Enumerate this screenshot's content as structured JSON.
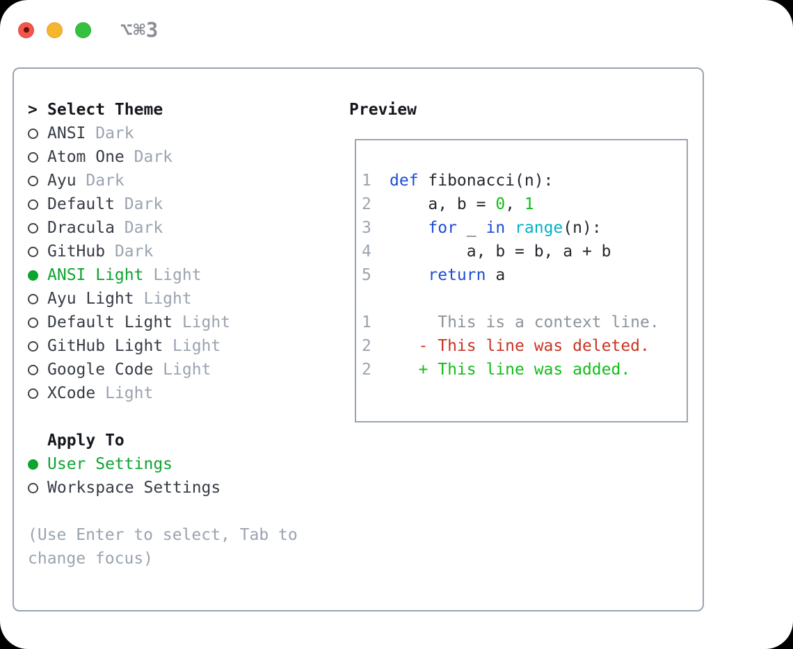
{
  "titlebar": {
    "shortcut": "⌥⌘3"
  },
  "theme_list": {
    "prompt": ">",
    "title": "Select Theme",
    "items": [
      {
        "name": "ANSI",
        "tag": "Dark",
        "selected": false
      },
      {
        "name": "Atom One",
        "tag": "Dark",
        "selected": false
      },
      {
        "name": "Ayu",
        "tag": "Dark",
        "selected": false
      },
      {
        "name": "Default",
        "tag": "Dark",
        "selected": false
      },
      {
        "name": "Dracula",
        "tag": "Dark",
        "selected": false
      },
      {
        "name": "GitHub",
        "tag": "Dark",
        "selected": false
      },
      {
        "name": "ANSI Light",
        "tag": "Light",
        "selected": true
      },
      {
        "name": "Ayu Light",
        "tag": "Light",
        "selected": false
      },
      {
        "name": "Default Light",
        "tag": "Light",
        "selected": false
      },
      {
        "name": "GitHub Light",
        "tag": "Light",
        "selected": false
      },
      {
        "name": "Google Code",
        "tag": "Light",
        "selected": false
      },
      {
        "name": "XCode",
        "tag": "Light",
        "selected": false
      }
    ]
  },
  "apply_to": {
    "title": "Apply To",
    "options": [
      {
        "label": "User Settings",
        "selected": true
      },
      {
        "label": "Workspace Settings",
        "selected": false
      }
    ]
  },
  "help": "(Use Enter to select, Tab to change focus)",
  "preview": {
    "title": "Preview",
    "lines": [
      {
        "num": "1",
        "segs": [
          [
            "def",
            "blue"
          ],
          [
            " fibonacci(n):",
            "fg"
          ]
        ]
      },
      {
        "num": "2",
        "segs": [
          [
            "    a, b = ",
            "fg"
          ],
          [
            "0",
            "green"
          ],
          [
            ", ",
            "fg"
          ],
          [
            "1",
            "green"
          ]
        ]
      },
      {
        "num": "3",
        "segs": [
          [
            "    ",
            "fg"
          ],
          [
            "for",
            "blue"
          ],
          [
            " _ ",
            "fg"
          ],
          [
            "in",
            "blue"
          ],
          [
            " ",
            "fg"
          ],
          [
            "range",
            "cyan"
          ],
          [
            "(n):",
            "fg"
          ]
        ]
      },
      {
        "num": "4",
        "segs": [
          [
            "        a, b = b, a + b",
            "fg"
          ]
        ]
      },
      {
        "num": "5",
        "segs": [
          [
            "    ",
            "fg"
          ],
          [
            "return",
            "blue"
          ],
          [
            " a",
            "fg"
          ]
        ]
      },
      {
        "num": "",
        "segs": []
      },
      {
        "num": "1",
        "segs": [
          [
            "     This is a context line.",
            "gray"
          ]
        ]
      },
      {
        "num": "2",
        "segs": [
          [
            "   - This line was deleted.",
            "red"
          ]
        ]
      },
      {
        "num": "2",
        "segs": [
          [
            "   + This line was added.",
            "green"
          ]
        ]
      }
    ]
  },
  "colors": {
    "selection_green": "#0da32f",
    "added_green": "#10bd16",
    "deleted_red": "#c93322",
    "keyword_blue": "#1c4bd8",
    "builtin_cyan": "#00b2c6",
    "muted_gray": "#9aa3af",
    "frame_border": "#9aa3af",
    "traffic_red": "#f2564d",
    "traffic_yellow": "#f5b52f",
    "traffic_green": "#35c13f"
  }
}
